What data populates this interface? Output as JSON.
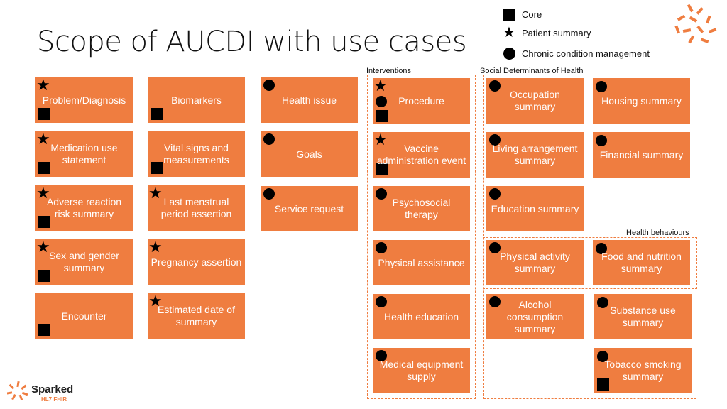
{
  "title": "Scope of AUCDI with use cases",
  "legend": {
    "core": "Core",
    "patient_summary": "Patient summary",
    "chronic": "Chronic condition management"
  },
  "groups": {
    "interventions": "Interventions",
    "sdoh": "Social Determinants of Health",
    "health_behaviours": "Health behaviours"
  },
  "boxes": [
    {
      "label": "Problem/Diagnosis",
      "markers": [
        "star",
        "square"
      ]
    },
    {
      "label": "Medication use statement",
      "markers": [
        "star",
        "square"
      ]
    },
    {
      "label": "Adverse reaction risk summary",
      "markers": [
        "star",
        "square"
      ]
    },
    {
      "label": "Sex and gender summary",
      "markers": [
        "star",
        "square"
      ]
    },
    {
      "label": "Encounter",
      "markers": [
        "square"
      ]
    },
    {
      "label": "Biomarkers",
      "markers": [
        "square"
      ]
    },
    {
      "label": "Vital signs and measurements",
      "markers": [
        "square"
      ]
    },
    {
      "label": "Last menstrual period assertion",
      "markers": [
        "star"
      ]
    },
    {
      "label": "Pregnancy assertion",
      "markers": [
        "star"
      ]
    },
    {
      "label": "Estimated date of summary",
      "markers": [
        "star"
      ]
    },
    {
      "label": "Health issue",
      "markers": [
        "circle"
      ]
    },
    {
      "label": "Goals",
      "markers": [
        "circle"
      ]
    },
    {
      "label": "Service request",
      "markers": [
        "circle"
      ]
    },
    {
      "label": "Procedure",
      "markers": [
        "star",
        "circle",
        "square"
      ]
    },
    {
      "label": "Vaccine administration event",
      "markers": [
        "star",
        "square"
      ]
    },
    {
      "label": "Psychosocial therapy",
      "markers": [
        "circle"
      ]
    },
    {
      "label": "Physical assistance",
      "markers": [
        "circle"
      ]
    },
    {
      "label": "Health education",
      "markers": [
        "circle"
      ]
    },
    {
      "label": "Medical equipment supply",
      "markers": [
        "circle"
      ]
    },
    {
      "label": "Occupation summary",
      "markers": [
        "circle"
      ]
    },
    {
      "label": "Living arrangement summary",
      "markers": [
        "circle"
      ]
    },
    {
      "label": "Education summary",
      "markers": [
        "circle"
      ]
    },
    {
      "label": "Physical activity summary",
      "markers": [
        "circle"
      ]
    },
    {
      "label": "Alcohol consumption summary",
      "markers": [
        "circle"
      ]
    },
    {
      "label": "Housing summary",
      "markers": [
        "circle"
      ]
    },
    {
      "label": "Financial summary",
      "markers": [
        "circle"
      ]
    },
    {
      "label": "Food and nutrition summary",
      "markers": [
        "circle"
      ]
    },
    {
      "label": "Substance use summary",
      "markers": [
        "circle"
      ]
    },
    {
      "label": "Tobacco smoking summary",
      "markers": [
        "circle",
        "square"
      ]
    }
  ],
  "logo": {
    "name": "Sparked",
    "sub": "HL7 FHIR"
  },
  "colors": {
    "box": "#EF7D40",
    "marker": "#000000"
  }
}
